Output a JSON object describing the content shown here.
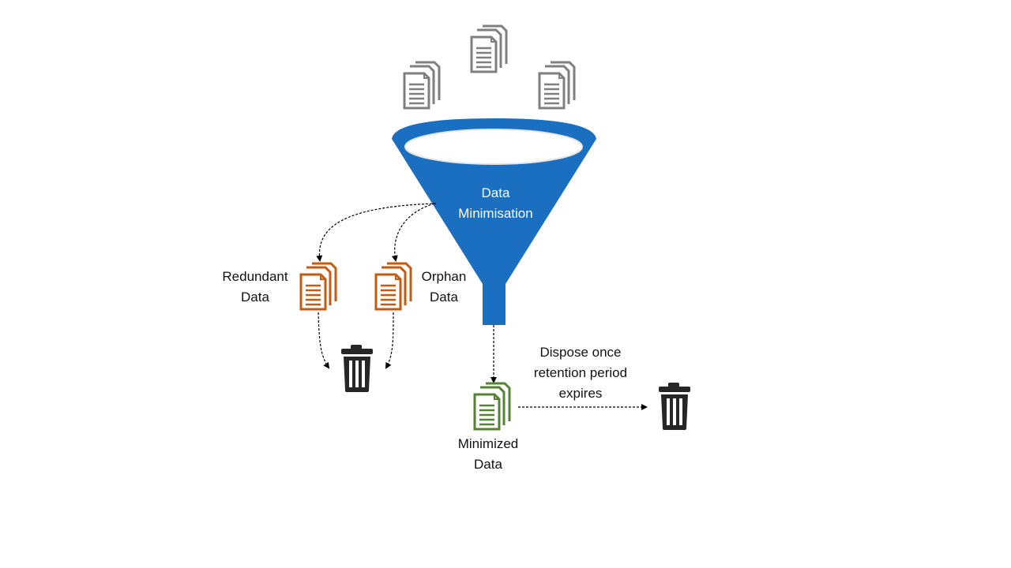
{
  "colors": {
    "funnel": "#1b6fc0",
    "funnel_mouth": "#ffffff",
    "input_docs": "#7f7f7f",
    "discarded_docs": "#c55a11",
    "kept_docs": "#548235",
    "trash": "#262626",
    "arrows": "#000000",
    "funnel_text": "#ffffff"
  },
  "funnel": {
    "line1": "Data",
    "line2": "Minimisation"
  },
  "redundant": {
    "line1": "Redundant",
    "line2": "Data",
    "icon": "document-stack-icon"
  },
  "orphan": {
    "line1": "Orphan",
    "line2": "Data",
    "icon": "document-stack-icon"
  },
  "minimized": {
    "line1": "Minimized",
    "line2": "Data",
    "icon": "document-stack-icon"
  },
  "dispose": {
    "line1": "Dispose once",
    "line2": "retention period",
    "line3": "expires"
  },
  "trash_icons": [
    "trash-can-icon",
    "trash-can-icon"
  ]
}
